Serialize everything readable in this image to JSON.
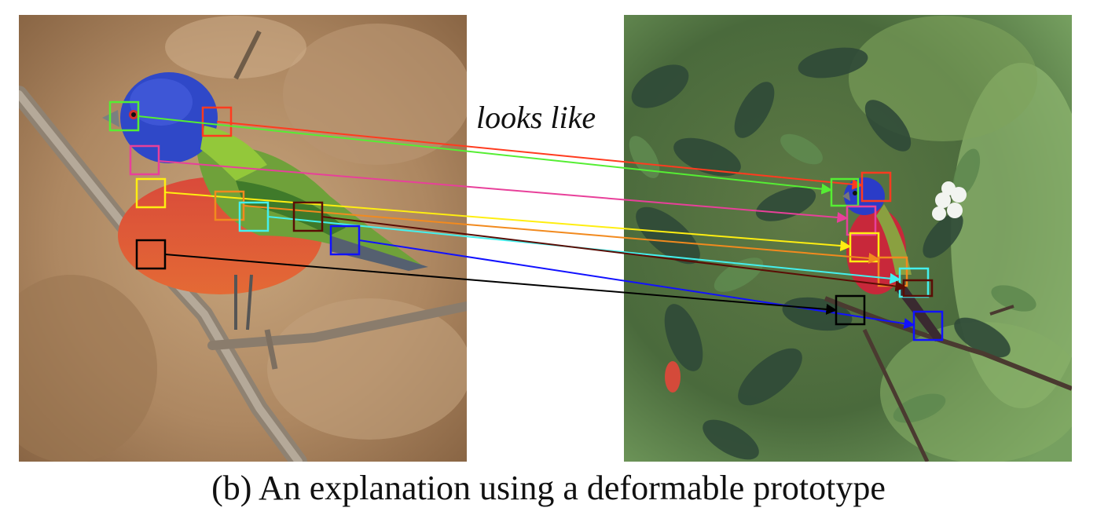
{
  "figure": {
    "annotation": "looks like",
    "caption": "(b) An explanation using a deformable prototype"
  },
  "parts": [
    {
      "color": "#ff3b1f",
      "name": "red"
    },
    {
      "color": "#55ee33",
      "name": "green"
    },
    {
      "color": "#e8409a",
      "name": "magenta"
    },
    {
      "color": "#ffee11",
      "name": "yellow"
    },
    {
      "color": "#f28a1e",
      "name": "orange"
    },
    {
      "color": "#44f0ee",
      "name": "cyan"
    },
    {
      "color": "#5a0d05",
      "name": "dark-red"
    },
    {
      "color": "#1111ff",
      "name": "blue"
    },
    {
      "color": "#000000",
      "name": "black"
    }
  ]
}
